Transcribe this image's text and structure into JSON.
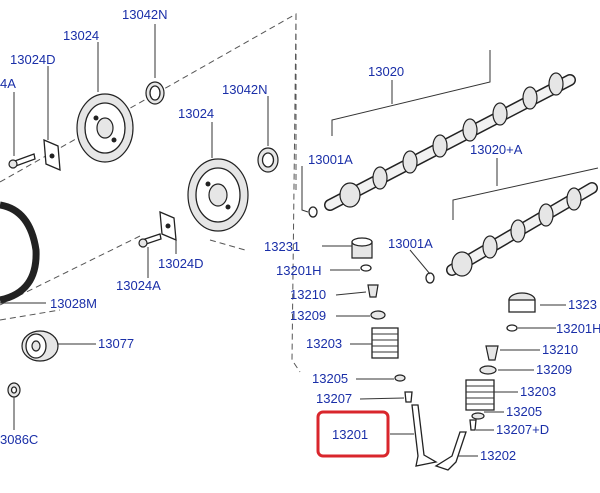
{
  "parts": {
    "p13042n_top": "13042N",
    "p13024_top": "13024",
    "p13024d_top": "13024D",
    "p13024a_top": "4A",
    "p13042n_mid": "13042N",
    "p13024_mid": "13024",
    "p13024d_mid": "13024D",
    "p13024a_mid": "13024A",
    "p13020": "13020",
    "p13001a_upper": "13001A",
    "p13020a": "13020+A",
    "p13231": "13231",
    "p13001a_lower": "13001A",
    "p13201h_left": "13201H",
    "p13210_left": "13210",
    "p13209_left": "13209",
    "p13203_left": "13203",
    "p13205_left": "13205",
    "p13207_left": "13207",
    "p13201": "13201",
    "p13028m": "13028M",
    "p13077": "13077",
    "p13086c": "3086C",
    "p13231_right": "1323",
    "p13201h_right": "13201H",
    "p13210_right": "13210",
    "p13209_right": "13209",
    "p13203_right": "13203",
    "p13205_right": "13205",
    "p13207d": "13207+D",
    "p13202": "13202"
  },
  "highlight_color": "#d9262c",
  "label_color": "#1a2fa8"
}
